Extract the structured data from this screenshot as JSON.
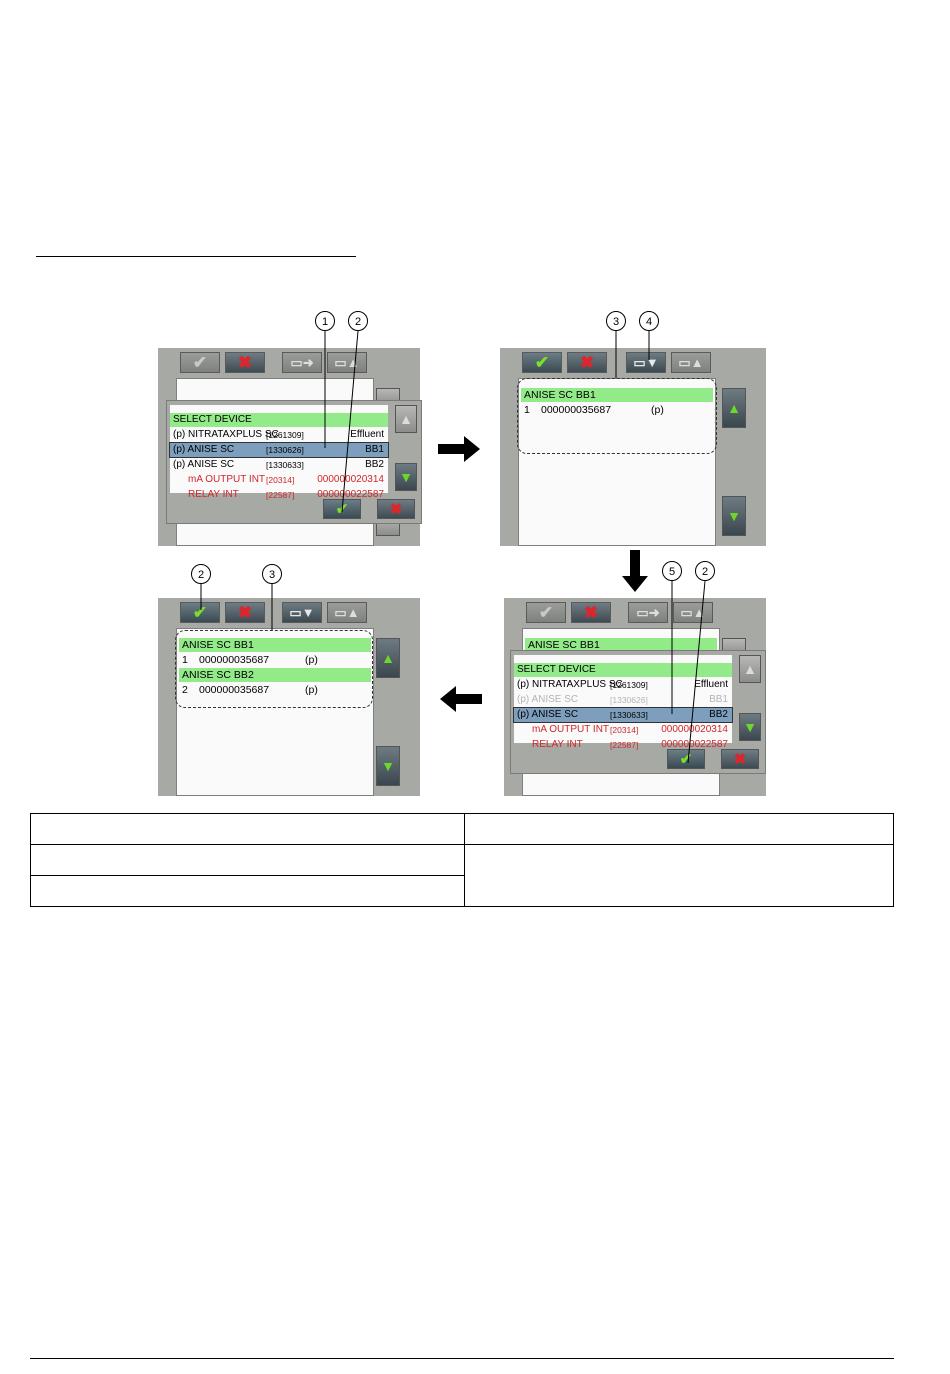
{
  "figure": {
    "callouts": [
      "1",
      "2",
      "3",
      "4",
      "5"
    ],
    "panel1": {
      "dialog_rows": [
        {
          "col1": "SELECT DEVICE",
          "col2": "",
          "col3": "",
          "style": "head"
        },
        {
          "col1": "(p)  NITRATAXPLUS SC",
          "col2": "[1261309]",
          "col3": "Effluent",
          "style": "normal"
        },
        {
          "col1": "(p)  ANISE SC",
          "col2": "[1330626]",
          "col3": "BB1",
          "style": "sel"
        },
        {
          "col1": "(p)  ANISE SC",
          "col2": "[1330633]",
          "col3": "BB2",
          "style": "normal"
        },
        {
          "col1": "mA OUTPUT INT",
          "col2": "[20314]",
          "col3": "000000020314",
          "style": "red"
        },
        {
          "col1": "RELAY INT",
          "col2": "[22587]",
          "col3": "000000022587",
          "style": "red"
        }
      ]
    },
    "panel2": {
      "group_head": "ANISE SC BB1",
      "group_row": {
        "index": "1",
        "serial": "000000035687",
        "flag": "(p)"
      }
    },
    "panel3": {
      "bg_head": "ANISE SC BB1",
      "dialog_rows": [
        {
          "col1": "SELECT DEVICE",
          "col2": "",
          "col3": "",
          "style": "head"
        },
        {
          "col1": "(p)  NITRATAXPLUS SC",
          "col2": "[1261309]",
          "col3": "Effluent",
          "style": "normal"
        },
        {
          "col1": "(p)  ANISE SC",
          "col2": "[1330626]",
          "col3": "BB1",
          "style": "grey"
        },
        {
          "col1": "(p)  ANISE SC",
          "col2": "[1330633]",
          "col3": "BB2",
          "style": "sel"
        },
        {
          "col1": "mA OUTPUT INT",
          "col2": "[20314]",
          "col3": "000000020314",
          "style": "red"
        },
        {
          "col1": "RELAY INT",
          "col2": "[22587]",
          "col3": "000000022587",
          "style": "red"
        }
      ]
    },
    "panel4": {
      "groups": [
        {
          "head": "ANISE SC BB1",
          "index": "1",
          "serial": "000000035687",
          "flag": "(p)"
        },
        {
          "head": "ANISE SC BB2",
          "index": "2",
          "serial": "000000035687",
          "flag": "(p)"
        }
      ]
    },
    "icons": {
      "confirm": "✔",
      "cancel": "✖",
      "move_right": "▭➜",
      "move_down": "▭▼",
      "move_up": "▭▲",
      "scroll_up": "▲",
      "scroll_down": "▼"
    }
  },
  "legend_table": {
    "rows": [
      [
        "",
        ""
      ],
      [
        "",
        ""
      ],
      [
        ""
      ]
    ]
  },
  "colors": {
    "panel_bg": "#a7a9a5",
    "group_green": "#93ea89",
    "selection_blue": "#7d9fbd",
    "warning_red": "#d0272b",
    "check_green": "#7be02a"
  }
}
